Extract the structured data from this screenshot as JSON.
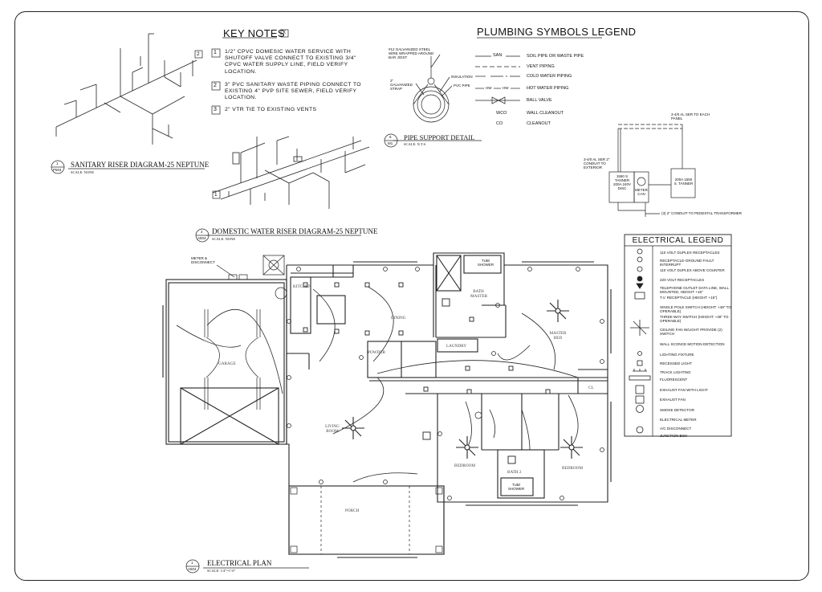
{
  "key_notes": {
    "title": "KEY NOTES",
    "title_tag": "X",
    "notes": [
      {
        "num": "1",
        "text": "1/2\" CPVC DOMESIC WATER SERVICE WITH SHUTOFF VALVE CONNECT TO EXISTING 3/4\" CPVC WATER SUPPLY LINE, FIELD VERIFY LOCATION."
      },
      {
        "num": "2",
        "text": "3\" PVC SANITARY WASTE PIPING CONNECT TO EXISTING 4\" PVP SITE SEWER, FIELD VERIFY LOCATION."
      },
      {
        "num": "3",
        "text": "2\" VTR TIE TO EXISTING VENTS"
      }
    ]
  },
  "sanitary_riser": {
    "title": "SANITARY RISER DIAGRAM-25 NEPTUNE",
    "scale": "SCALE: NONE",
    "tag_top": "1",
    "tag_bottom": "P504",
    "note_num": "2"
  },
  "domestic_riser": {
    "title": "DOMESTIC WATER RISER DIAGRAM-25 NEPTUNE",
    "scale": "SCALE: NONE",
    "tag_top": "2",
    "tag_bottom": "A504",
    "note_num": "1"
  },
  "plumbing_legend": {
    "title": "PLUMBING SYMBOLS LEGEND",
    "rows": [
      {
        "symbol": "SAN",
        "label": "SOIL PIPE OR WASTE PIPE"
      },
      {
        "symbol": "",
        "label": "VENT PIPING"
      },
      {
        "symbol": "",
        "label": "COLD WATER PIPING"
      },
      {
        "symbol": "HW",
        "label": "HOT WATER PIPING"
      },
      {
        "symbol": "",
        "label": "BALL VALVE"
      },
      {
        "symbol": "WCO",
        "label": "WALL CLEANOUT"
      },
      {
        "symbol": "CO",
        "label": "CLEANOUT"
      }
    ]
  },
  "pipe_support": {
    "title": "PIPE SUPPORT DETAIL",
    "scale": "SCALE: N.T.S.",
    "tag_top": "6",
    "tag_bottom": "M1",
    "labels": {
      "wire": "#12 GALVANIZED STEEL WIRE WRAPPED AROUND BAR JOIST",
      "insulation": "INSULATION",
      "pipe": "PVC PIPE",
      "strap": "2\" GALVANIZED STRAP"
    }
  },
  "service": {
    "ser_to_panel": "3-4/0 AL SER TO EACH PANEL",
    "ser_conduit": "3-4/0 AL SER 2\" CONDUIT TO EXTERIOR",
    "disconnect": "1550 S TANNER 200A 240V DISC",
    "meter": "METER CAN",
    "panel": "200A 1550 S. TANNER",
    "conduit_note": "(3) 2\" CONDUIT TO PEDESTAL TRANSFORMER"
  },
  "electrical_legend": {
    "title": "ELECTRICAL LEGEND",
    "rows": [
      {
        "icon": "duplex-receptacle-icon",
        "glyph": "⊖",
        "label": "110 VOLT DUPLEX RECEPTACLES"
      },
      {
        "icon": "gfi-receptacle-icon",
        "glyph": "⊖ᴳᶠᴵ",
        "label": "RECEPTACLE-GROUND FAULT INTERRUPT"
      },
      {
        "icon": "counter-receptacle-icon",
        "glyph": "⊕",
        "label": "110 VOLT DUPLEX ABOVE COUNTER"
      },
      {
        "icon": "220v-receptacle-icon",
        "glyph": "◉",
        "label": "220 VOLT RECEPTACLES"
      },
      {
        "icon": "telephone-outlet-icon",
        "glyph": "▼",
        "label": "TELEPHONE OUTLET DATA LINE, WALL MOUNTED, HEIGHT +15\""
      },
      {
        "icon": "tv-receptacle-icon",
        "glyph": "TV",
        "label": "T.V. RECEPTACLE (HEIGHT +15\")"
      },
      {
        "icon": "single-pole-switch-icon",
        "glyph": "S",
        "label": "SINGLE POLE SWITCH (HEIGHT: +48\" TO OPERABLE)"
      },
      {
        "icon": "three-way-switch-icon",
        "glyph": "S₃",
        "label": "THREE-WAY SWITCH (HEIGHT: +48\" TO OPERABLE)"
      },
      {
        "icon": "ceiling-fan-icon",
        "glyph": "✲",
        "label": "CEILING FAN W/LIGHT PROVIDE (2) SWITCH"
      },
      {
        "icon": "wall-sconce-icon",
        "glyph": "♀",
        "label": "WALL SCONCE MOTION DETECTION"
      },
      {
        "icon": "lighting-fixture-icon",
        "glyph": "○",
        "label": "LIGHTING FIXTURE"
      },
      {
        "icon": "recessed-light-icon",
        "glyph": "▢",
        "label": "RECESSED LIGHT"
      },
      {
        "icon": "track-lighting-icon",
        "glyph": "┯┯┯",
        "label": "TRACK LIGHTING"
      },
      {
        "icon": "fluorescent-icon",
        "glyph": "▭",
        "label": "FLUORESCENT"
      },
      {
        "icon": "exhaust-fan-light-icon",
        "glyph": "H",
        "label": "EXHAUST FAN WITH LIGHT"
      },
      {
        "icon": "exhaust-fan-icon",
        "glyph": "H",
        "label": "EXHAUST FAN"
      },
      {
        "icon": "smoke-detector-icon",
        "glyph": "Ⓢ",
        "label": "SMOKE DETECTOR"
      },
      {
        "icon": "electrical-meter-icon",
        "glyph": "⏛",
        "label": "ELECTRICAL METER"
      },
      {
        "icon": "ac-disconnect-icon",
        "glyph": "□┘",
        "label": "A/C DISCONNECT"
      },
      {
        "icon": "junction-box-icon",
        "glyph": "Ⓙ",
        "label": "JUNCTION BOX"
      }
    ]
  },
  "electrical_plan": {
    "title": "ELECTRICAL PLAN",
    "scale": "SCALE: 1/4\"=1'-0\"",
    "tag_top": "1",
    "tag_bottom": "A504",
    "meter_note": "METER & DISCONNECT",
    "rooms": {
      "kitchen": "KITCHEN",
      "dining": "DINING",
      "bath_master": "BATH MASTER",
      "master_bed": "MASTER BED",
      "garage": "GARAGE",
      "living": "LIVING ROOM",
      "powder": "POWDER",
      "laundry": "LAUNDRY",
      "bedroom_left": "BEDROOM",
      "bedroom_right": "BEDROOM",
      "bath_2": "BATH 2",
      "porch": "PORCH",
      "closet": "CL"
    },
    "shower_master": "TUB/ SHOWER",
    "shower_2": "TUB/ SHOWER"
  }
}
